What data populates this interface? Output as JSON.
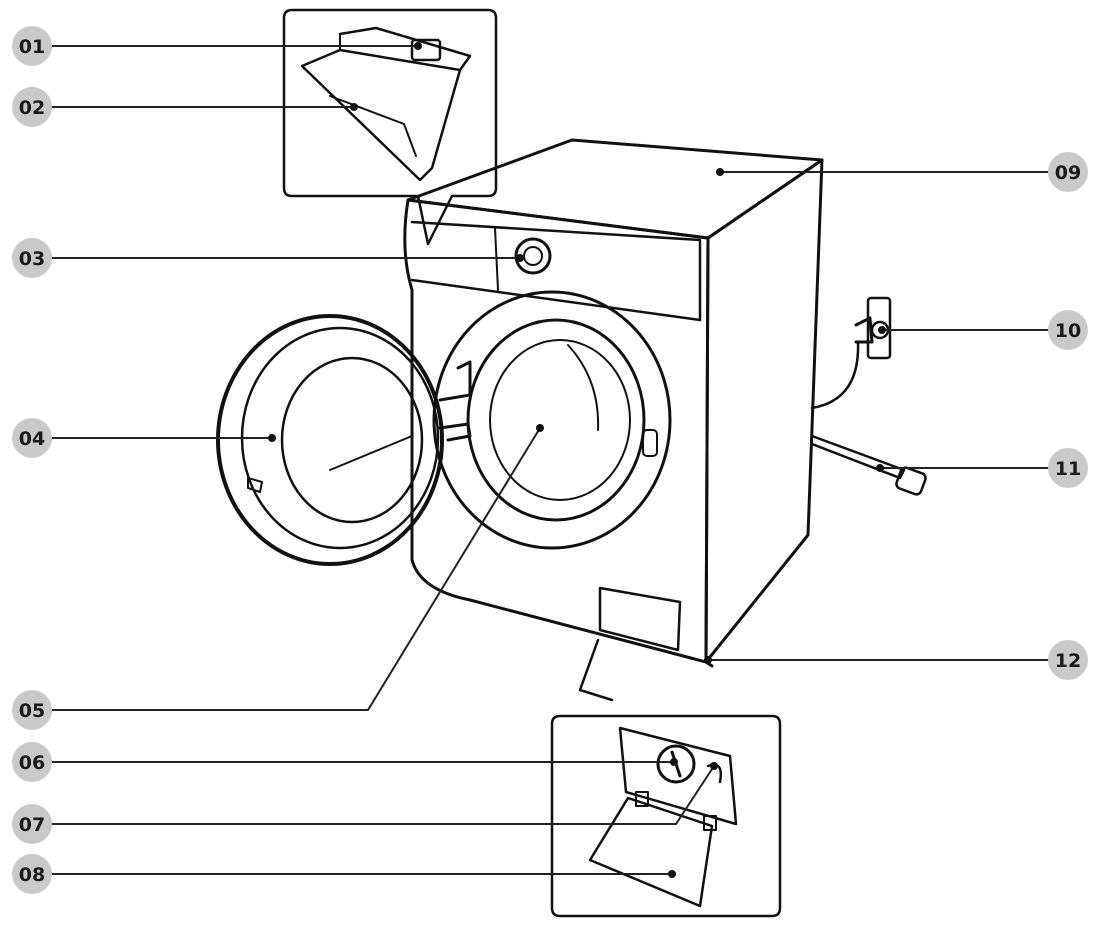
{
  "callouts": [
    {
      "id": "c01",
      "label": "01"
    },
    {
      "id": "c02",
      "label": "02"
    },
    {
      "id": "c03",
      "label": "03"
    },
    {
      "id": "c04",
      "label": "04"
    },
    {
      "id": "c05",
      "label": "05"
    },
    {
      "id": "c06",
      "label": "06"
    },
    {
      "id": "c07",
      "label": "07"
    },
    {
      "id": "c08",
      "label": "08"
    },
    {
      "id": "c09",
      "label": "09"
    },
    {
      "id": "c10",
      "label": "10"
    },
    {
      "id": "c11",
      "label": "11"
    },
    {
      "id": "c12",
      "label": "12"
    }
  ],
  "colors": {
    "badge_fill": "#c9c9c9",
    "line": "#111111",
    "background": "#ffffff"
  }
}
